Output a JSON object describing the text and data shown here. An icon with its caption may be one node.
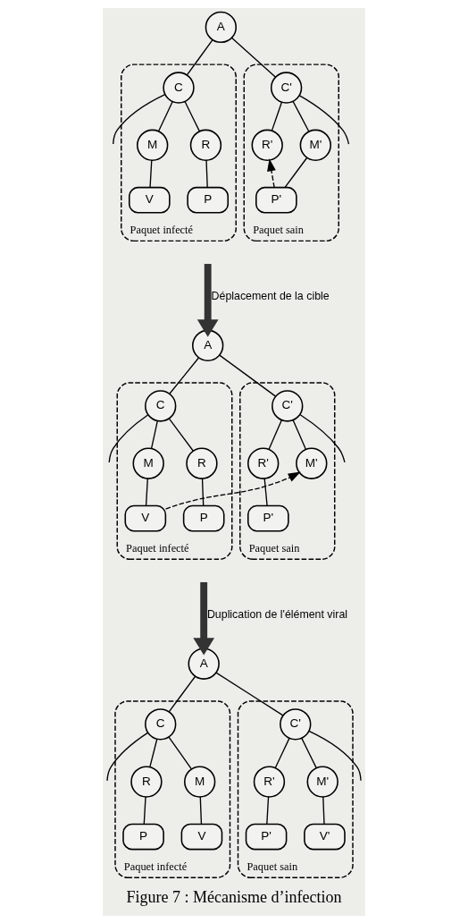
{
  "diagram": {
    "caption": "Figure 7 : Mécanisme d’infection",
    "nodes": [
      {
        "text": [
          "A"
        ]
      },
      {
        "text": [
          "Paquet infecté"
        ]
      },
      {
        "text": [
          "C"
        ],
        "in": 1
      },
      {
        "text": [
          "R"
        ],
        "in": 1
      },
      {
        "text": [
          "M"
        ],
        "in": 1
      },
      {
        "text": [
          "P"
        ],
        "in": 1
      },
      {
        "text": [
          "V"
        ],
        "in": 1
      },
      {
        "text": [
          "Paquet sain"
        ]
      },
      {
        "text": [
          "C'"
        ],
        "in": 7
      },
      {
        "text": [
          "R'"
        ],
        "in": 7
      },
      {
        "text": [
          "M'"
        ],
        "in": 7
      },
      {
        "text": [
          "P'"
        ],
        "in": 7
      },
      {
        "text": [
          "A"
        ]
      },
      {
        "text": [
          "Paquet infecté"
        ]
      },
      {
        "text": [
          "C"
        ],
        "in": 13
      },
      {
        "text": [
          "R"
        ],
        "in": 13
      },
      {
        "text": [
          "M"
        ],
        "in": 13
      },
      {
        "text": [
          "P"
        ],
        "in": 13
      },
      {
        "text": [
          "V"
        ],
        "in": 13
      },
      {
        "text": [
          "Paquet sain"
        ]
      },
      {
        "text": [
          "C'"
        ],
        "in": 19
      },
      {
        "text": [
          "R'"
        ],
        "in": 19
      },
      {
        "text": [
          "M'"
        ],
        "in": 19
      },
      {
        "text": [
          "P'"
        ],
        "in": 19
      },
      {
        "text": [
          "A"
        ]
      },
      {
        "text": [
          "Paquet infecté"
        ]
      },
      {
        "text": [
          "C"
        ],
        "in": 25
      },
      {
        "text": [
          "R"
        ],
        "in": 25
      },
      {
        "text": [
          "M"
        ],
        "in": 25
      },
      {
        "text": [
          "P"
        ],
        "in": 25
      },
      {
        "text": [
          "V"
        ],
        "in": 25
      },
      {
        "text": [
          "Paquet sain"
        ]
      },
      {
        "text": [
          "C'"
        ],
        "in": 31
      },
      {
        "text": [
          "R'"
        ],
        "in": 31
      },
      {
        "text": [
          "M'"
        ],
        "in": 31
      },
      {
        "text": [
          "P'"
        ],
        "in": 31
      },
      {
        "text": [
          "V'"
        ],
        "in": 31
      }
    ],
    "edges": [
      {
        "from": 0,
        "to": 2,
        "arrow": "none"
      },
      {
        "from": 0,
        "to": 8,
        "arrow": "none"
      },
      {
        "from": 2,
        "to": 3,
        "arrow": "none"
      },
      {
        "from": 2,
        "to": null,
        "arrow": "none"
      },
      {
        "from": 2,
        "to": 4,
        "arrow": "none"
      },
      {
        "from": 3,
        "to": 5,
        "arrow": "none"
      },
      {
        "from": 4,
        "to": 6,
        "arrow": "none"
      },
      {
        "from": 8,
        "to": 9,
        "arrow": "none"
      },
      {
        "from": 8,
        "to": null,
        "arrow": "none"
      },
      {
        "from": 8,
        "to": 10,
        "arrow": "none"
      },
      {
        "from": 10,
        "to": 11,
        "arrow": "none"
      },
      {
        "from": 11,
        "to": 9,
        "arrow": "to",
        "style": "dashed"
      },
      {
        "from": null,
        "to": 12,
        "arrow": "to",
        "style": "thick",
        "label": "Déplacement de la cible"
      },
      {
        "from": 12,
        "to": 14,
        "arrow": "none"
      },
      {
        "from": 12,
        "to": 20,
        "arrow": "none"
      },
      {
        "from": 14,
        "to": 15,
        "arrow": "none"
      },
      {
        "from": 14,
        "to": null,
        "arrow": "none"
      },
      {
        "from": 14,
        "to": 16,
        "arrow": "none"
      },
      {
        "from": 15,
        "to": 17,
        "arrow": "none"
      },
      {
        "from": 16,
        "to": 18,
        "arrow": "none"
      },
      {
        "from": 20,
        "to": 21,
        "arrow": "none"
      },
      {
        "from": 20,
        "to": null,
        "arrow": "none"
      },
      {
        "from": 20,
        "to": 22,
        "arrow": "none"
      },
      {
        "from": 21,
        "to": 23,
        "arrow": "none"
      },
      {
        "from": 18,
        "to": 22,
        "arrow": "to",
        "style": "dashed"
      },
      {
        "from": null,
        "to": 24,
        "arrow": "to",
        "style": "thick",
        "label": "Duplication de l'élément viral"
      },
      {
        "from": 24,
        "to": 26,
        "arrow": "none"
      },
      {
        "from": 24,
        "to": 32,
        "arrow": "none"
      },
      {
        "from": 26,
        "to": 27,
        "arrow": "none"
      },
      {
        "from": 26,
        "to": null,
        "arrow": "none"
      },
      {
        "from": 26,
        "to": 28,
        "arrow": "none"
      },
      {
        "from": 27,
        "to": 29,
        "arrow": "none"
      },
      {
        "from": 28,
        "to": 30,
        "arrow": "none"
      },
      {
        "from": 32,
        "to": 33,
        "arrow": "none"
      },
      {
        "from": 32,
        "to": null,
        "arrow": "none"
      },
      {
        "from": 32,
        "to": 34,
        "arrow": "none"
      },
      {
        "from": 33,
        "to": 35,
        "arrow": "none"
      },
      {
        "from": 34,
        "to": 36,
        "arrow": "none"
      }
    ]
  }
}
